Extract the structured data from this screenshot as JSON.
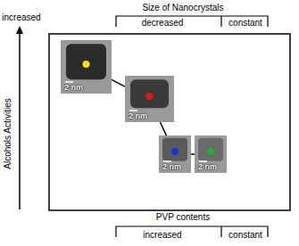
{
  "diagram": {
    "nodes": [
      {
        "text": [
          "2 nm"
        ]
      },
      {
        "text": [
          "2 nm"
        ]
      },
      {
        "text": [
          "2 nm"
        ]
      },
      {
        "text": [
          "2 nm"
        ]
      }
    ],
    "edges": [
      {
        "from": 0,
        "to": 1,
        "arrow": "none"
      },
      {
        "from": 1,
        "to": 2,
        "arrow": "none"
      },
      {
        "from": 2,
        "to": 3,
        "arrow": "none"
      }
    ],
    "labels": [
      "Size of Nanocrystals",
      "decreased",
      "constant",
      "increased",
      "Alcohols Activities",
      "PVP contents",
      "increased",
      "constant"
    ]
  }
}
